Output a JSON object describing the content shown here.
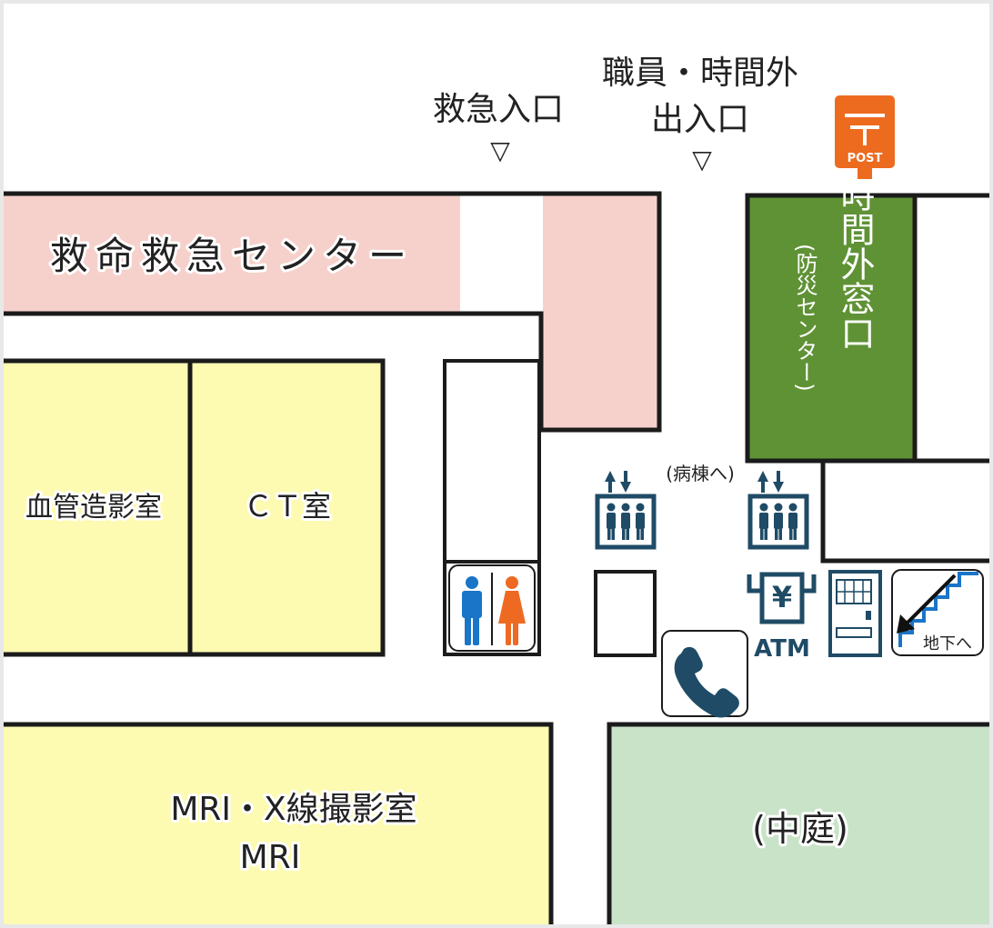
{
  "entrances": {
    "emergency": {
      "label": "救急入口",
      "marker": "▽"
    },
    "staff": {
      "line1": "職員・時間外",
      "line2": "出入口",
      "marker": "▽"
    }
  },
  "post": {
    "label": "POST",
    "icon": "japan-post-mark"
  },
  "rooms": {
    "emergency_center": "救命救急センター",
    "after_hours": {
      "title": "時間外窓口",
      "subtitle": "(防災センター)"
    },
    "angiography": "血管造影室",
    "ct": "ＣＴ室",
    "mri": {
      "line1": "MRI・X線撮影室",
      "line2": "MRI"
    },
    "courtyard": "(中庭)"
  },
  "facilities": {
    "elevator_note": "(病棟へ)",
    "atm": "ATM",
    "stairs": "地下へ",
    "yen": "¥"
  },
  "colors": {
    "background": "#ffffff",
    "frame": "#e8e8e8",
    "wall": "#1b1b1b",
    "emergency_pink": "#f6d1cb",
    "green_block": "#5f9235",
    "room_yellow": "#fdfab2",
    "courtyard_green": "#c9e3c9",
    "post_orange": "#ec6b1f",
    "icon_navy": "#1f4b66",
    "male_blue": "#1a75c8",
    "female_orange": "#ee6a22"
  }
}
